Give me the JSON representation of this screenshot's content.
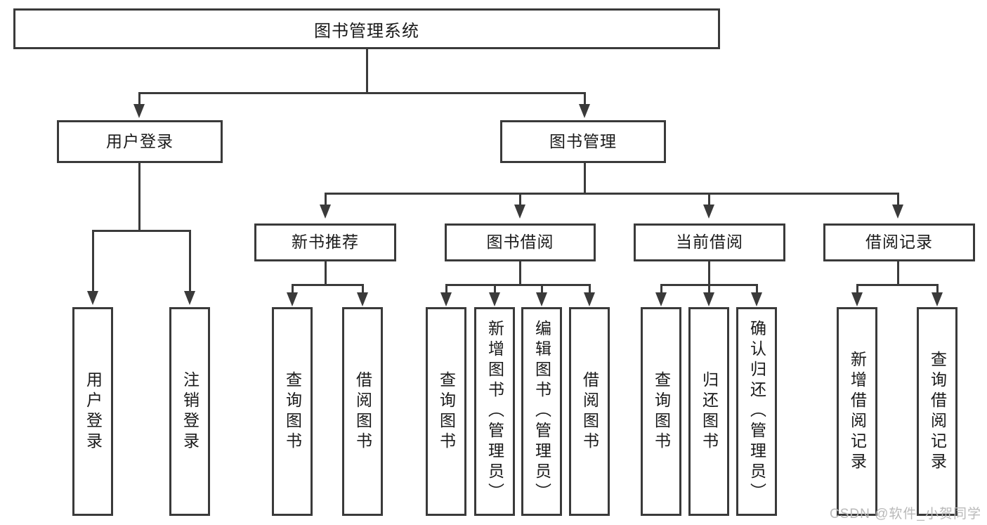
{
  "diagram": {
    "title": "图书管理系统",
    "watermark": "CSDN @软件_小贺同学",
    "accent_color": "#3a3a3a",
    "background_color": "#ffffff",
    "root": {
      "label": "图书管理系统"
    },
    "level2": {
      "user_login": {
        "label": "用户登录"
      },
      "book_manage": {
        "label": "图书管理"
      }
    },
    "level3": {
      "new_book": {
        "label": "新书推荐"
      },
      "borrow": {
        "label": "图书借阅"
      },
      "current": {
        "label": "当前借阅"
      },
      "records": {
        "label": "借阅记录"
      }
    },
    "leaves": {
      "user_login_1": {
        "label": "用户登录"
      },
      "user_login_2": {
        "label": "注销登录"
      },
      "new_book_1": {
        "label": "查询图书"
      },
      "new_book_2": {
        "label": "借阅图书"
      },
      "borrow_1": {
        "label": "查询图书"
      },
      "borrow_2": {
        "label": "新增图书（管理员）"
      },
      "borrow_3": {
        "label": "编辑图书（管理员）"
      },
      "borrow_4": {
        "label": "借阅图书"
      },
      "current_1": {
        "label": "查询图书"
      },
      "current_2": {
        "label": "归还图书"
      },
      "current_3": {
        "label": "确认归还（管理员）"
      },
      "records_1": {
        "label": "新增借阅记录"
      },
      "records_2": {
        "label": "查询借阅记录"
      }
    }
  }
}
